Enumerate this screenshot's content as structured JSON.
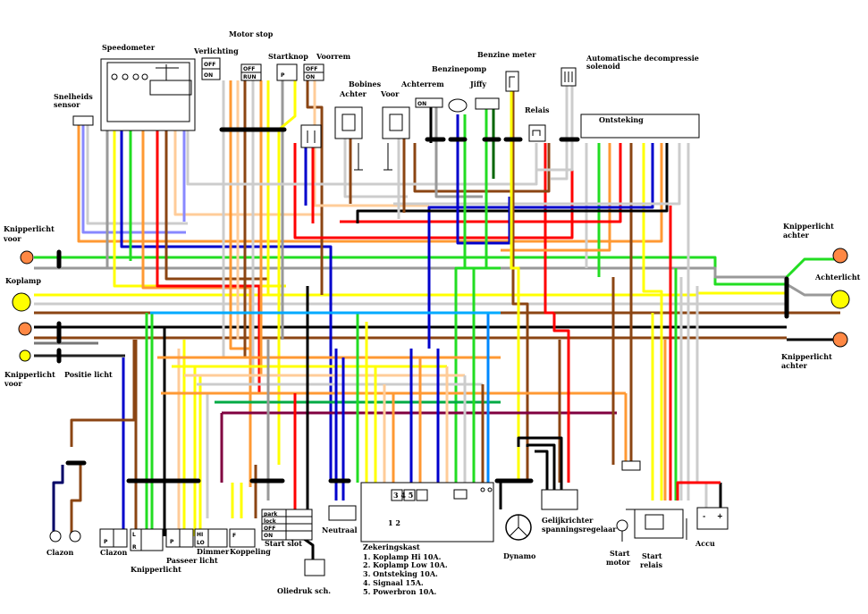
{
  "labels": {
    "motor_stop": "Motor stop",
    "speedometer": "Speedometer",
    "verlichting": "Verlichting",
    "startknop": "Startknop",
    "voorrem": "Voorrem",
    "benzine_meter": "Benzine meter",
    "auto_decomp": "Automatische decompressie",
    "solenoid": "solenoid",
    "benzinepomp": "Benzinepomp",
    "snelheids": "Snelheids",
    "sensor": "sensor",
    "bobines": "Bobines",
    "achter": "Achter",
    "voor": "Voor",
    "achterrem": "Achterrem",
    "jiffy": "Jiffy",
    "relais": "Relais",
    "ontsteking": "Ontsteking",
    "knipper_voor_1": "Knipperlicht",
    "knipper_voor_2": "voor",
    "koplamp": "Koplamp",
    "knipper_achter_top_1": "Knipperlicht",
    "knipper_achter_top_2": "achter",
    "achterlicht": "Achterlicht",
    "knipper_achter_bot_1": "Knipperlicht",
    "knipper_achter_bot_2": "achter",
    "knipper_voor_bot_1": "Knipperlicht",
    "knipper_voor_bot_2": "voor",
    "positie_licht": "Positie licht",
    "clazon_1": "Clazon",
    "clazon_2": "Clazon",
    "knipperlicht_sw": "Knipperlicht",
    "passeer_licht": "Passeer licht",
    "dimmer": "Dimmer",
    "koppeling": "Koppeling",
    "start_slot": "Start slot",
    "oliedruk": "Oliedruk sch.",
    "neutraal": "Neutraal",
    "zekeringskast": "Zekeringskast",
    "dynamo": "Dynamo",
    "gelijkrichter_1": "Gelijkrichter",
    "gelijkrichter_2": "spanningsregelaar",
    "start_motor_1": "Start",
    "start_motor_2": "motor",
    "start_relais_1": "Start",
    "start_relais_2": "relais",
    "accu": "Accu"
  },
  "fuses": [
    "1. Koplamp Hi 10A.",
    "2. Koplamp Low 10A.",
    "3. Ontsteking 10A.",
    "4. Signaal  15A.",
    "5. Powerbron 10A."
  ],
  "switch_marks": {
    "off": "OFF",
    "on": "ON",
    "run": "RUN",
    "p": "P",
    "park": "park",
    "lock": "lock",
    "l": "L",
    "r": "R",
    "hi": "HI",
    "lo": "LO",
    "f": "F",
    "fuse_nums": "1 2",
    "fuse_top": "3 4 5",
    "plus": "+",
    "minus": "-"
  }
}
